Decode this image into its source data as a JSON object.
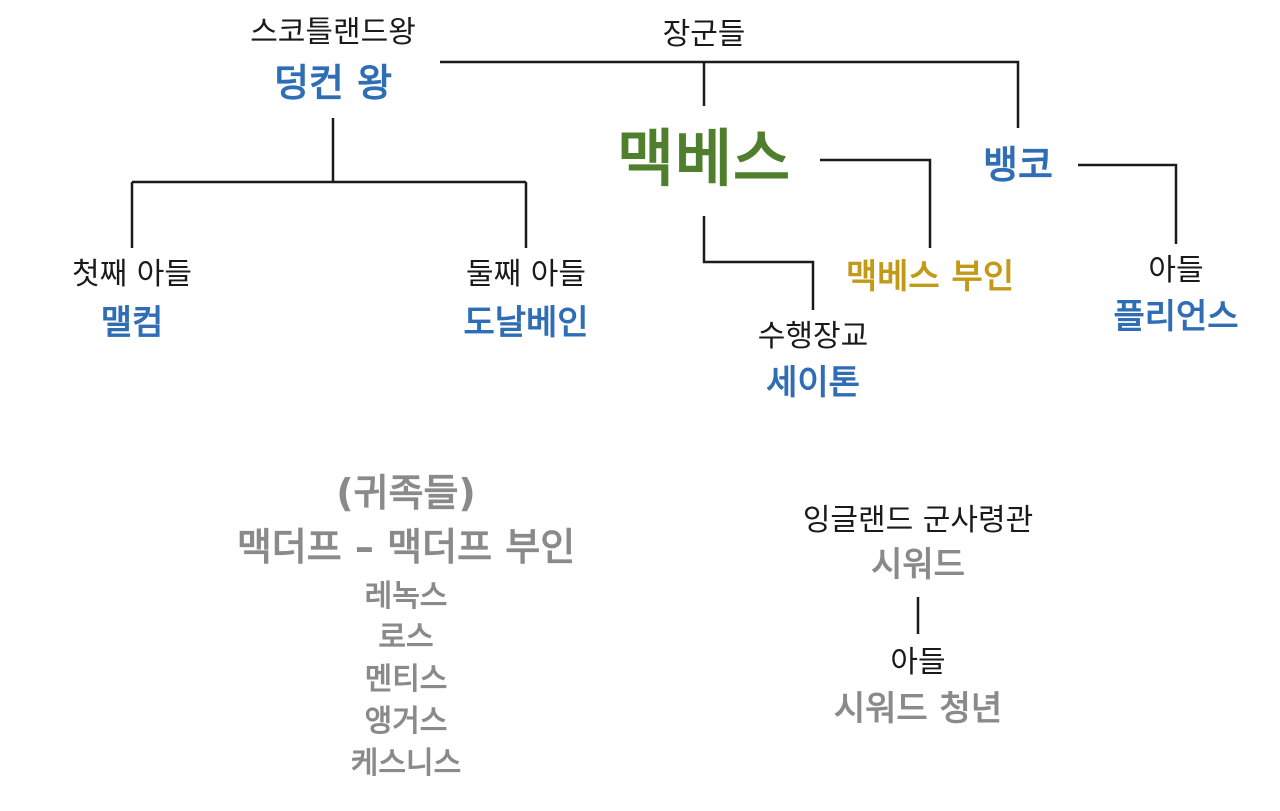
{
  "duncan": {
    "role": "스코틀랜드왕",
    "name": "덩컨 왕"
  },
  "generals_label": "장군들",
  "macbeth": {
    "name": "맥베스"
  },
  "banquo": {
    "name": "뱅코"
  },
  "malcolm": {
    "role": "첫째 아들",
    "name": "맬컴"
  },
  "donalbain": {
    "role": "둘째 아들",
    "name": "도날베인"
  },
  "lady_macbeth": {
    "name": "맥베스 부인"
  },
  "seyton": {
    "role": "수행장교",
    "name": "세이톤"
  },
  "fleance": {
    "role": "아들",
    "name": "플리언스"
  },
  "nobles": {
    "header": "(귀족들)",
    "pair": "맥더프 – 맥더프 부인",
    "members": [
      "레녹스",
      "로스",
      "멘티스",
      "앵거스",
      "케스니스"
    ]
  },
  "siward": {
    "role": "잉글랜드 군사령관",
    "name": "시워드"
  },
  "young_siward": {
    "role": "아들",
    "name": "시워드 청년"
  },
  "colors": {
    "name_blue": "#2f6db4",
    "macbeth_green": "#4f7e2c",
    "lady_gold": "#c29a17",
    "noble_grey": "#8a8a8a",
    "line": "#1a1a1a"
  }
}
